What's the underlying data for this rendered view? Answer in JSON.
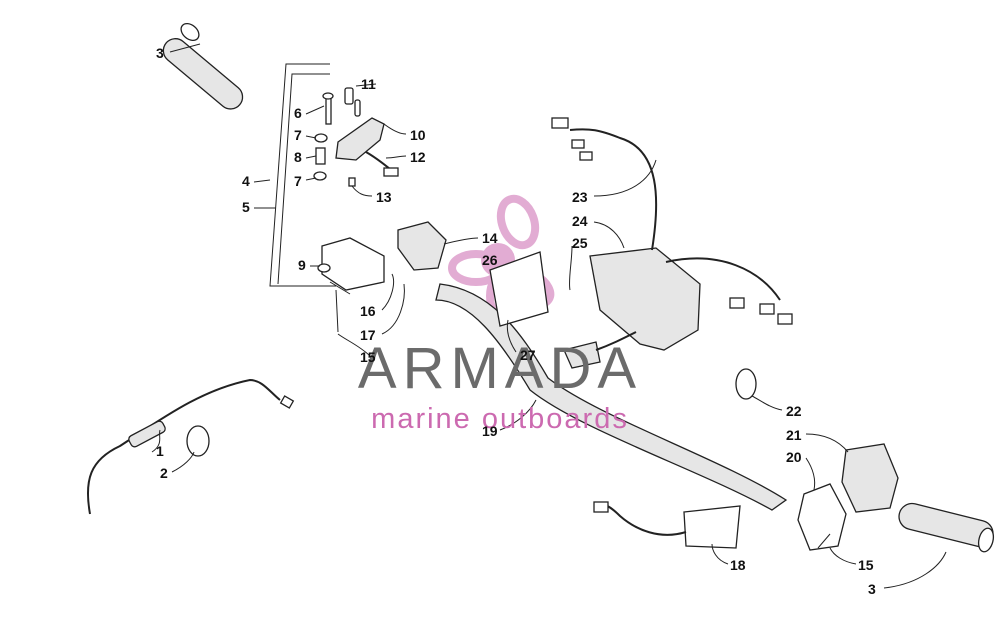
{
  "diagram": {
    "callouts": [
      {
        "id": "c3a",
        "label": "3"
      },
      {
        "id": "c11",
        "label": "11"
      },
      {
        "id": "c6",
        "label": "6"
      },
      {
        "id": "c7a",
        "label": "7"
      },
      {
        "id": "c10",
        "label": "10"
      },
      {
        "id": "c8",
        "label": "8"
      },
      {
        "id": "c12",
        "label": "12"
      },
      {
        "id": "c4",
        "label": "4"
      },
      {
        "id": "c7b",
        "label": "7"
      },
      {
        "id": "c13",
        "label": "13"
      },
      {
        "id": "c5",
        "label": "5"
      },
      {
        "id": "c14",
        "label": "14"
      },
      {
        "id": "c26",
        "label": "26"
      },
      {
        "id": "c9",
        "label": "9"
      },
      {
        "id": "c16",
        "label": "16"
      },
      {
        "id": "c17",
        "label": "17"
      },
      {
        "id": "c15a",
        "label": "15"
      },
      {
        "id": "c27",
        "label": "27"
      },
      {
        "id": "c23",
        "label": "23"
      },
      {
        "id": "c24",
        "label": "24"
      },
      {
        "id": "c25",
        "label": "25"
      },
      {
        "id": "c1",
        "label": "1"
      },
      {
        "id": "c2",
        "label": "2"
      },
      {
        "id": "c19",
        "label": "19"
      },
      {
        "id": "c22",
        "label": "22"
      },
      {
        "id": "c21",
        "label": "21"
      },
      {
        "id": "c20",
        "label": "20"
      },
      {
        "id": "c18",
        "label": "18"
      },
      {
        "id": "c15b",
        "label": "15"
      },
      {
        "id": "c3b",
        "label": "3"
      }
    ]
  },
  "watermark": {
    "title": "ARMADA",
    "subtitle": "marine outboards",
    "logo_color": "#cc6ab0",
    "title_color": "#6b6b6b"
  }
}
